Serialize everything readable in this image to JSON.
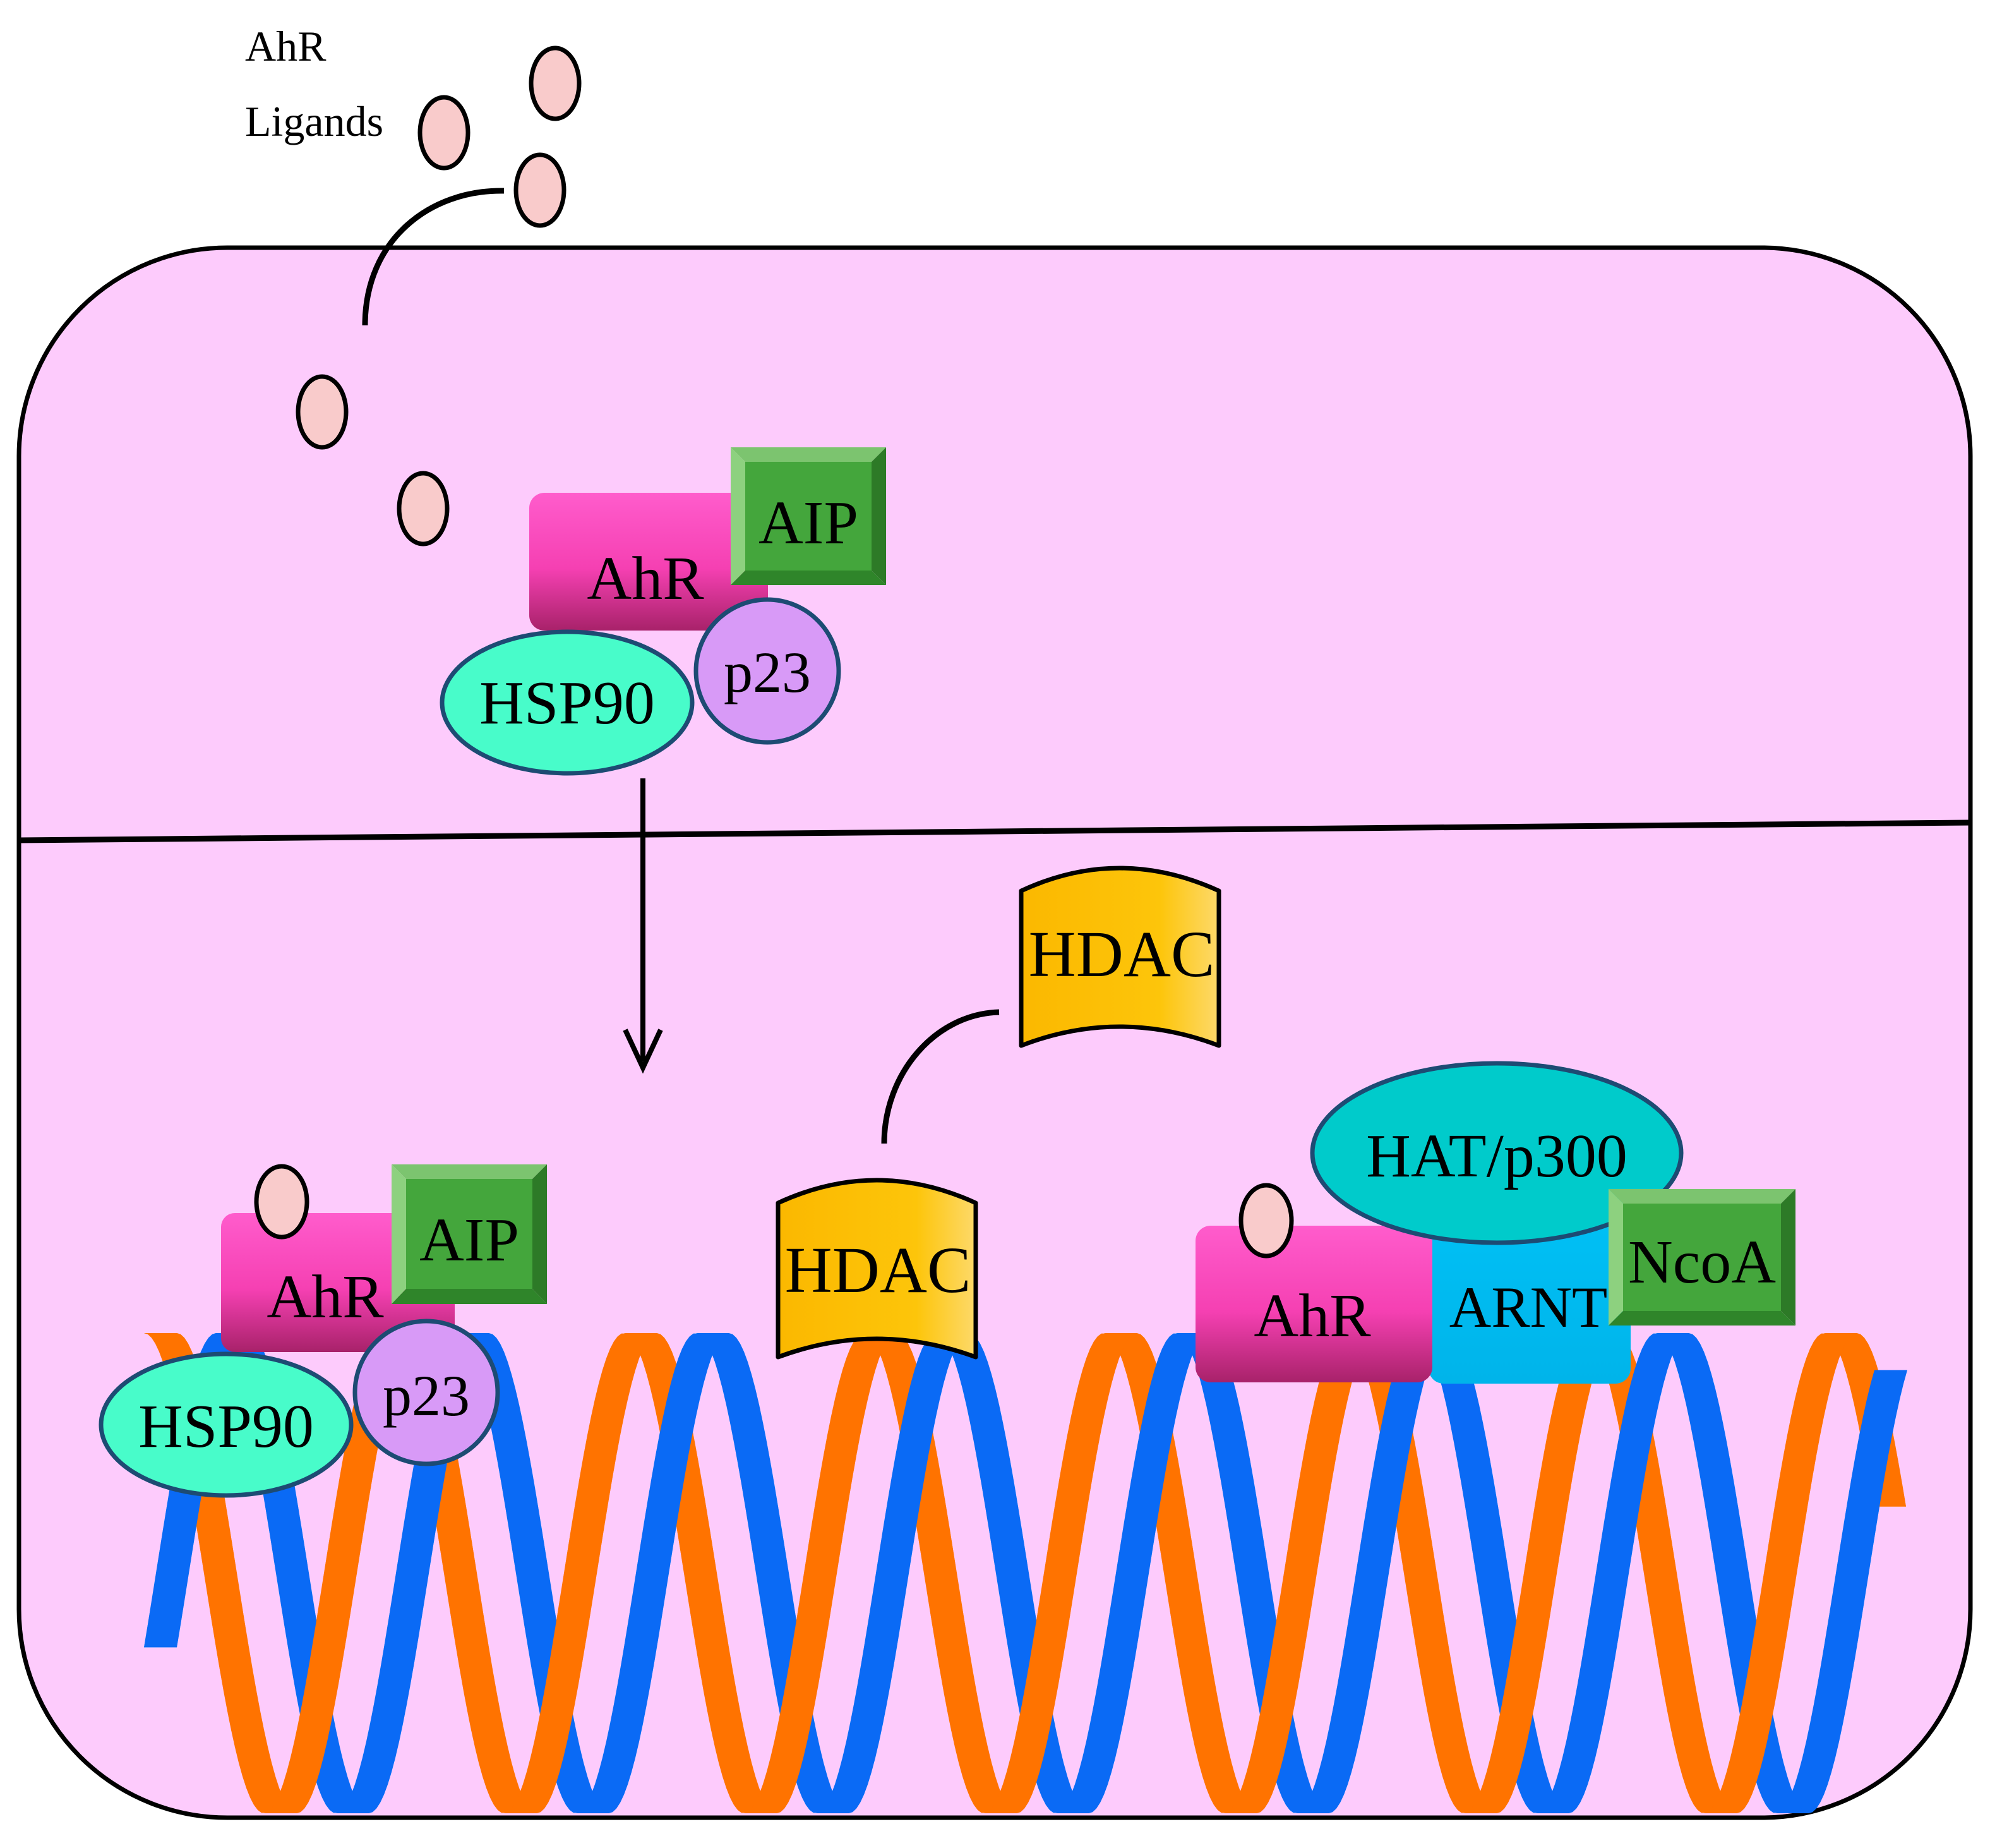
{
  "ligand_label": {
    "line1": "AhR",
    "line2": "Ligands"
  },
  "cytoplasm_complex": {
    "ahr": "AhR",
    "aip": "AIP",
    "hsp90": "HSP90",
    "p23": "p23"
  },
  "nucleus": {
    "bound_complex": {
      "ahr": "AhR",
      "aip": "AIP",
      "hsp90": "HSP90",
      "p23": "p23"
    },
    "hdac_free": "HDAC",
    "hdac_bound": "HDAC",
    "active_complex": {
      "ahr": "AhR",
      "arnt": "ARNT",
      "hat": "HAT/p300",
      "ncoa": "NcoA"
    }
  },
  "colors": {
    "cell_fill": "#fdcbfc",
    "ligand": "#f9cbcb",
    "ahr": "#f63fb0",
    "aip": "#44a63c",
    "hsp90": "#48fcca",
    "p23": "#d89af7",
    "hdac": "#fdc30a",
    "hat": "#00cbcb",
    "arnt": "#00c3f8",
    "dna_orange": "#ff7300",
    "dna_lightorange": "#ff9800",
    "dna_blue": "#0a6af5",
    "dna_cyan": "#00c8fa"
  }
}
